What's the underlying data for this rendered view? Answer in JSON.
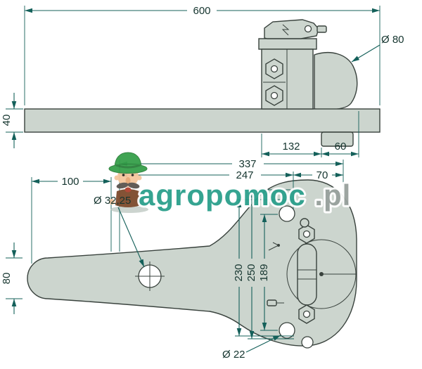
{
  "watermark": {
    "brand": "agropomoc",
    "suffix": ".pl"
  },
  "side_view": {
    "overall_length": "600",
    "ball_diameter": "Ø 80",
    "bar_height": "40",
    "coupling_offset": "132",
    "end_offset": "60"
  },
  "plan_view": {
    "length_to_ball": "337",
    "length_to_hole": "247",
    "hole_to_ball": "70",
    "front_hole_offset": "100",
    "main_hole_diameter": "Ø 32,25",
    "drawbar_width": "80",
    "spacing_230": "230",
    "spacing_250": "250",
    "hole_spacing": "189",
    "small_hole_diameter": "Ø 22"
  },
  "colors": {
    "part_fill": "#ccd5ce",
    "part_outline": "#39423d",
    "dimension_line": "#14605a",
    "dimension_text": "#15352f",
    "brand_teal": "#2ba08c",
    "brand_gray": "#98a19d",
    "hat_green": "#36a04a"
  }
}
